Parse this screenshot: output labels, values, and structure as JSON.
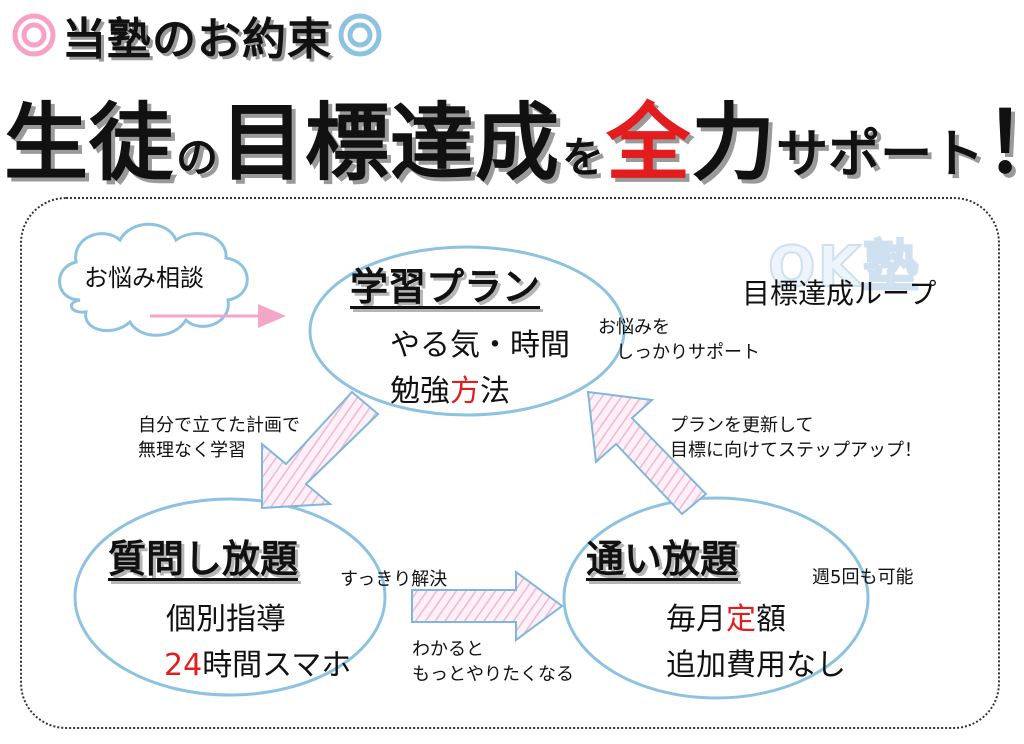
{
  "header": {
    "line1": "当塾のお約束",
    "line2": {
      "a": "生徒",
      "b": "の",
      "c": "目標達成",
      "d": "を",
      "e": "全",
      "f": "力",
      "g": "サポート",
      "h": "！"
    }
  },
  "consult": "お悩み相談",
  "brand": "OK塾",
  "loop_title": "目標達成ループ",
  "plan": {
    "title": "学習プラン",
    "line1": "やる気・時間",
    "line2_a": "勉強",
    "line2_b": "方",
    "line2_c": "法"
  },
  "question": {
    "title": "質問し放題",
    "line1": "個別指導",
    "line2_a": "24",
    "line2_b": "時間スマホ"
  },
  "attend": {
    "title": "通い放題",
    "line1_a": "毎月",
    "line1_b": "定",
    "line1_c": "額",
    "line2": "追加費用なし"
  },
  "notes": {
    "support_1": "お悩みを",
    "support_2": "しっかりサポート",
    "self_1": "自分で立てた計画で",
    "self_2": "無理なく学習",
    "update_1": "プランを更新して",
    "update_2": "目標に向けてステップアップ！",
    "solve": "すっきり解決",
    "more_1": "わかると",
    "more_2": "もっとやりたくなる",
    "weekly": "週5回も可能"
  },
  "colors": {
    "accent_red": "#e31d1d",
    "ellipse_border": "#8ec2e1",
    "arrow_stripe": "#f3b6d3",
    "arrow_outline": "#7db8dc",
    "target_pink": "#f7a1c4",
    "target_blue": "#8ec2e1"
  },
  "icons": [
    "pink-target-icon",
    "blue-target-icon",
    "cloud-icon",
    "pink-arrow-icon",
    "striped-arrow-icon"
  ]
}
